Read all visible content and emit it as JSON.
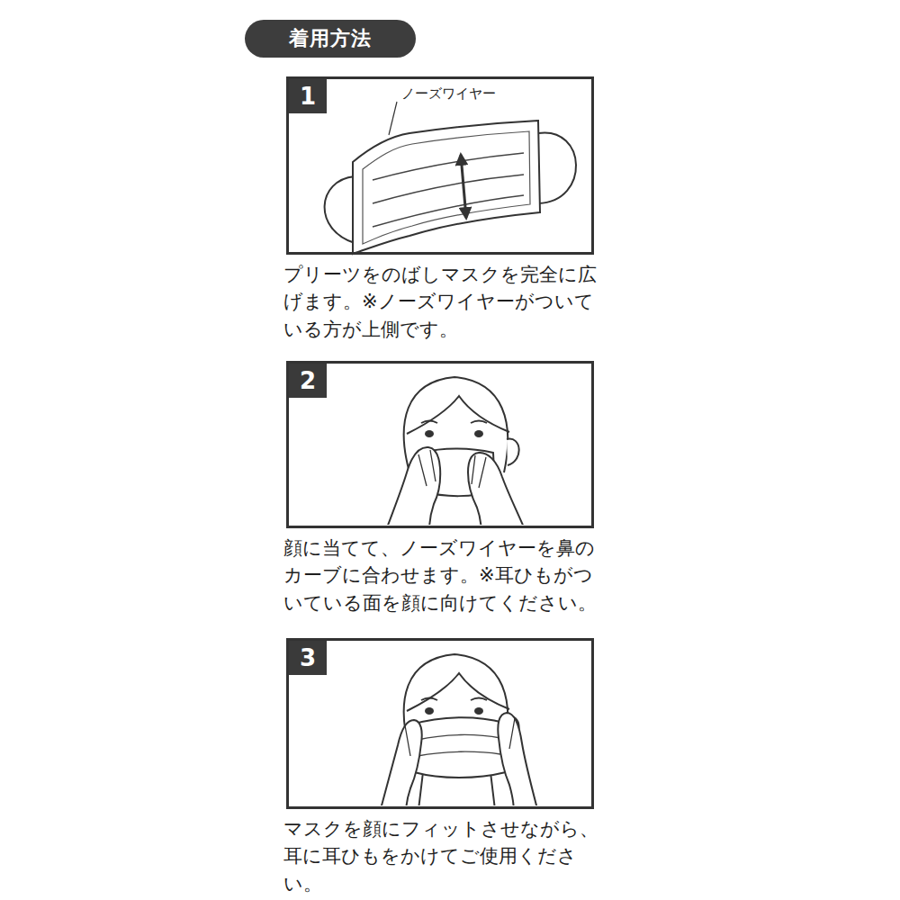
{
  "diagram": {
    "title": "着用方法",
    "nodes": [
      {
        "text": [
          "プリーツをのばしマスクを完全に広げます。※ノーズワイヤーがついている方が上側です。"
        ]
      },
      {
        "text": [
          "1"
        ],
        "in": 0
      },
      {
        "text": [
          "顔に当てて、ノーズワイヤーを鼻のカーブに合わせます。※耳ひもがついている面を顔に向けてください。"
        ]
      },
      {
        "text": [
          "2"
        ],
        "in": 2
      },
      {
        "text": [
          "マスクを顔にフィットさせながら、耳に耳ひもをかけてご使用ください。"
        ]
      },
      {
        "text": [
          "3"
        ],
        "in": 4
      }
    ],
    "labels": [
      "ノーズワイヤー"
    ]
  }
}
